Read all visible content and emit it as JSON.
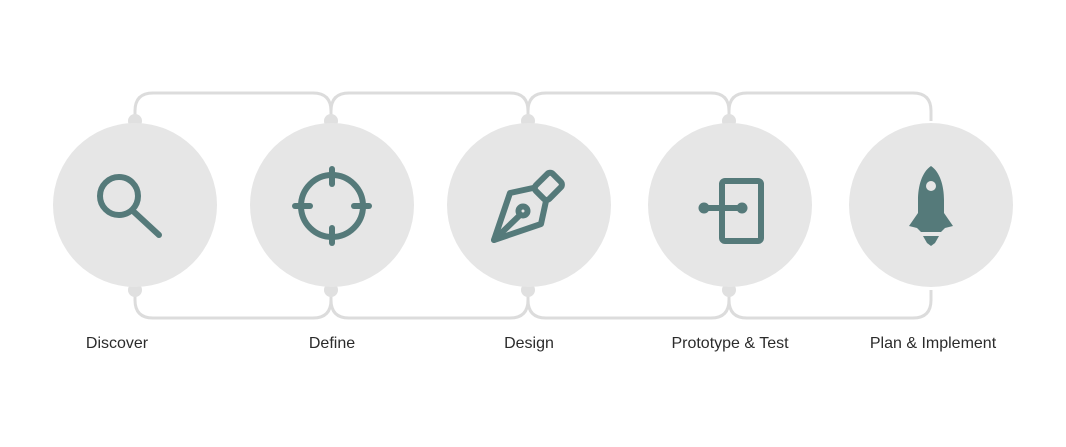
{
  "colors": {
    "circle_fill": "#e6e6e6",
    "connector": "#dcdcdc",
    "icon": "#557a7a",
    "label_text": "#2b2b2b"
  },
  "steps": [
    {
      "label": "Discover",
      "icon": "magnifier-icon"
    },
    {
      "label": "Define",
      "icon": "crosshair-target-icon"
    },
    {
      "label": "Design",
      "icon": "pen-nib-icon"
    },
    {
      "label": "Prototype & Test",
      "icon": "door-connector-icon"
    },
    {
      "label": "Plan & Implement",
      "icon": "rocket-icon"
    }
  ]
}
